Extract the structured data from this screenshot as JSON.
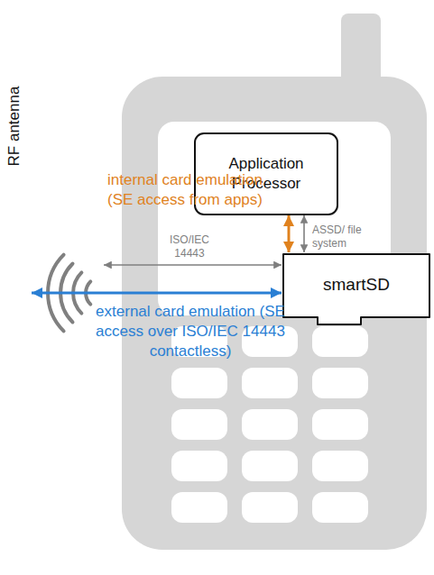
{
  "diagram": {
    "nodes": [
      {
        "text": [
          "Application Processor"
        ]
      },
      {
        "text": [
          "RF antenna"
        ]
      },
      {
        "text": [
          "smartSD"
        ]
      }
    ],
    "edges": [
      {
        "from": 0,
        "to": 2,
        "arrow": "both",
        "label": "internal card emulation (SE access from apps)"
      },
      {
        "from": 0,
        "to": 2,
        "arrow": "both",
        "label": "ASSD/ file system"
      },
      {
        "from": 1,
        "to": 2,
        "arrow": "both",
        "label": "ISO/IEC 14443"
      },
      {
        "from": 1,
        "to": 2,
        "arrow": "both",
        "label": "external card emulation (SE access over ISO/IEC 14443 contactless)"
      }
    ]
  }
}
